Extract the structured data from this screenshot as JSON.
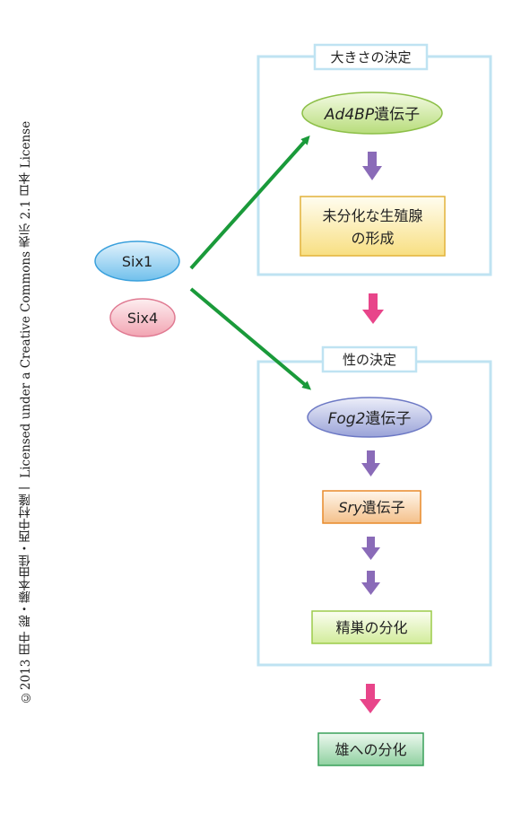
{
  "credit": "©2013 田中 聡・藤本由佳・西中村隆一 Licensed under a Creative Commons 表示 2.1 日本 License",
  "left_nodes": {
    "six1": "Six1",
    "six4": "Six4"
  },
  "size_group": {
    "title": "大きさの決定",
    "gene": {
      "name": "Ad4BP",
      "suffix": "遺伝子"
    },
    "result_line1": "未分化な生殖腺",
    "result_line2": "の形成"
  },
  "sex_group": {
    "title": "性の決定",
    "gene1": {
      "name": "Fog2",
      "suffix": "遺伝子"
    },
    "gene2": {
      "name": "Sry",
      "suffix": "遺伝子"
    },
    "result": "精巣の分化"
  },
  "final": "雄への分化",
  "colors": {
    "group_border": "#bfe3f2",
    "activation_arrow": "#1a9a3a",
    "pathway_arrow": "#8a6bb8",
    "group_arrow": "#e8458a"
  }
}
